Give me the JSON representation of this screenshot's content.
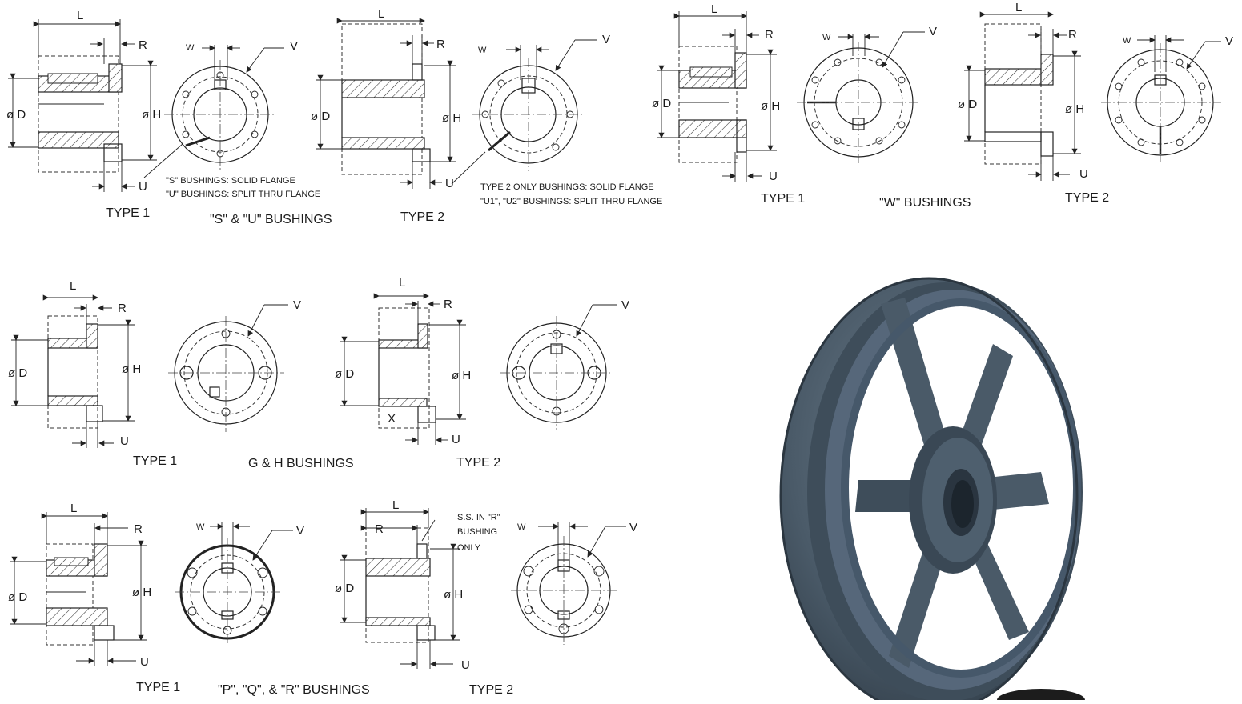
{
  "captions": {
    "su_type1": "TYPE 1",
    "su_title": "\"S\" & \"U\" BUSHINGS",
    "su_type2": "TYPE 2",
    "su_note1": "\"S\" BUSHINGS:  SOLID FLANGE",
    "su_note2": "\"U\" BUSHINGS:  SPLIT THRU FLANGE",
    "su_note3": "TYPE 2 ONLY BUSHINGS:  SOLID FLANGE",
    "su_note4": "\"U1\", \"U2\" BUSHINGS:  SPLIT THRU FLANGE",
    "w_type1": "TYPE 1",
    "w_title": "\"W\" BUSHINGS",
    "w_type2": "TYPE 2",
    "gh_type1": "TYPE 1",
    "gh_title": "G & H BUSHINGS",
    "gh_type2": "TYPE 2",
    "pqr_type1": "TYPE 1",
    "pqr_title": "\"P\", \"Q\", & \"R\" BUSHINGS",
    "pqr_type2": "TYPE 2",
    "pqr_note1": "S.S. IN \"R\"",
    "pqr_note2": "BUSHING",
    "pqr_note3": "ONLY"
  },
  "dims": {
    "L": "L",
    "R": "R",
    "V": "V",
    "W": "W",
    "U": "U",
    "X": "X",
    "D": "ø D",
    "H": "ø H"
  },
  "colors": {
    "line": "#222222",
    "pulley_body": "#4a5a68",
    "pulley_dark": "#33404c",
    "pulley_light": "#6b7c8a"
  }
}
